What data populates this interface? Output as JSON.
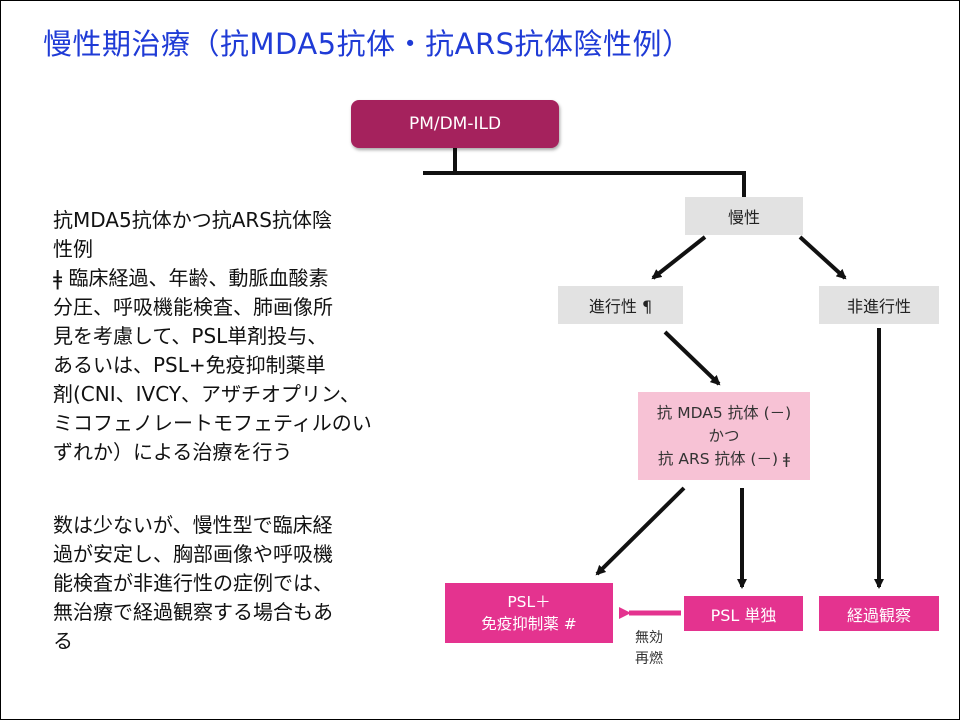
{
  "title": "慢性期治療（抗MDA5抗体・抗ARS抗体陰性例）",
  "body": {
    "paragraph1": "抗MDA5抗体かつ抗ARS抗体陰\n性例\nǂ 臨床経過、年齢、動脈血酸素\n分圧、呼吸機能検査、肺画像所\n見を考慮して、PSL単剤投与、\nあるいは、PSL+免疫抑制薬単\n剤(CNI、IVCY、アザチオプリン、\nミコフェノレートモフェティルのい\nずれか）による治療を行う",
    "paragraph2": "数は少ないが、慢性型で臨床経\n過が安定し、胸部画像や呼吸機\n能検査が非進行性の症例では、\n無治療で経過観察する場合もあ\nる"
  },
  "flowchart": {
    "root": "PM/DM-ILD",
    "chronic": "慢性",
    "progressive": "進行性 ¶",
    "non_progressive": "非進行性",
    "antibody": {
      "line1": "抗 MDA5 抗体 (－)",
      "line2": "かつ",
      "line3": "抗 ARS 抗体 (－) ǂ"
    },
    "psl_combo": {
      "line1": "PSL＋",
      "line2": "免疫抑制薬 #"
    },
    "psl_single": "PSL 単独",
    "observation": "経過観察",
    "ineffective": "無効",
    "relapse": "再燃"
  },
  "colors": {
    "title": "#1f3bd6",
    "root_box": "#a5225d",
    "grey_box": "#e2e2e2",
    "light_pink_box": "#f7c2d5",
    "magenta_box": "#e4338f",
    "connector": "#111111"
  }
}
